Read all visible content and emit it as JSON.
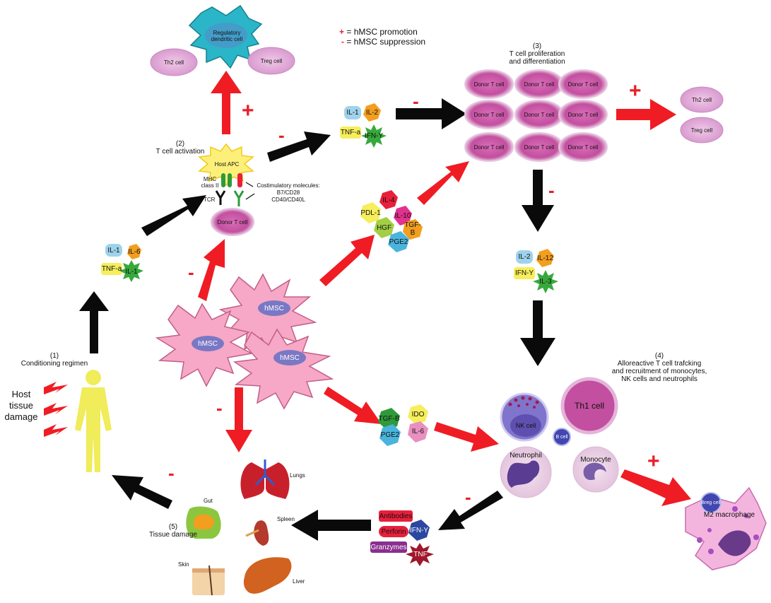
{
  "legend": {
    "plus_symbol": "+",
    "plus_text": "= hMSC promotion",
    "minus_symbol": "-",
    "minus_text": "= hMSC suppression"
  },
  "steps": {
    "step1": {
      "num": "(1)",
      "title": "Conditioning regimen"
    },
    "step2": {
      "num": "(2)",
      "title": "T cell activation"
    },
    "step3": {
      "num": "(3)",
      "title_line1": "T cell proliferation",
      "title_line2": "and differentiation"
    },
    "step4": {
      "num": "(4)",
      "line1": "Alloreactive T cell trafcking",
      "line2": "and recruitment of monocytes,",
      "line3": "NK cells and neutrophils"
    },
    "step5": {
      "num": "(5)",
      "title": "Tissue damage"
    }
  },
  "host_tissue_damage": [
    "Host",
    "tissue",
    "damage"
  ],
  "top_cells": {
    "regulatory_dc_line1": "Regulatory",
    "regulatory_dc_line2": "dendritic cell",
    "th2": "Th2 cell",
    "treg": "Treg cell"
  },
  "apc": {
    "host_apc": "Host APC",
    "mhc_line1": "MHC",
    "mhc_line2": "class II",
    "tcr": "TCR",
    "costim_line1": "Costimulatory molecules:",
    "costim_line2": "B7/CD28",
    "costim_line3": "CD40/CD40L",
    "donor_t": "Donor T cell"
  },
  "cytokines_left": [
    "IL-1",
    "IL-6",
    "TNF-a",
    "IL-1"
  ],
  "cytokines_top": [
    "IL-1",
    "IL-2",
    "TNF-a",
    "IFN-Y"
  ],
  "donor_t_grid": [
    "Donor T cell",
    "Donor T cell",
    "Donor T cell",
    "Donor T cell",
    "Donor T cell",
    "Donor T cell",
    "Donor T cell",
    "Donor T cell",
    "Donor T cell"
  ],
  "right_cells": {
    "th2": "Th2 cell",
    "treg": "Treg cell"
  },
  "cytokines_mid": [
    "IL-4",
    "PDL-1",
    "IL-10",
    "HGF",
    "TGF-B",
    "PGE2"
  ],
  "cytokines_right": [
    "IL-2",
    "IL-12",
    "IFN-Y",
    "IL-3"
  ],
  "hmsc": [
    "hMSC",
    "hMSC",
    "hMSC"
  ],
  "cytokines_lower": [
    "TGF-B",
    "IDO",
    "PGE2",
    "IL-6"
  ],
  "immune_cells": {
    "nk": "NK cell",
    "th1": "Th1 cell",
    "b": "B cell",
    "neutrophil": "Neutrophil",
    "monocyte": "Monocyte",
    "breg": "Breg cell",
    "m2": "M2 macrophage"
  },
  "effectors": [
    "Antibodies",
    "Perforin",
    "Granzymes",
    "IFN-Y",
    "TNF"
  ],
  "organs": {
    "lungs": "Lungs",
    "gut": "Gut",
    "spleen": "Spleen",
    "skin": "Skin",
    "liver": "Liver"
  },
  "signs": {
    "plus": "+",
    "minus": "-"
  },
  "colors": {
    "red_arrow": "#ef1c24",
    "black_arrow": "#0a0a0a",
    "hmsc_fill": "#f6a8c6",
    "donor_t_fill": "#c74fa4",
    "cell_pink": "#e9b6de",
    "human_yellow": "#f0ec5a"
  }
}
